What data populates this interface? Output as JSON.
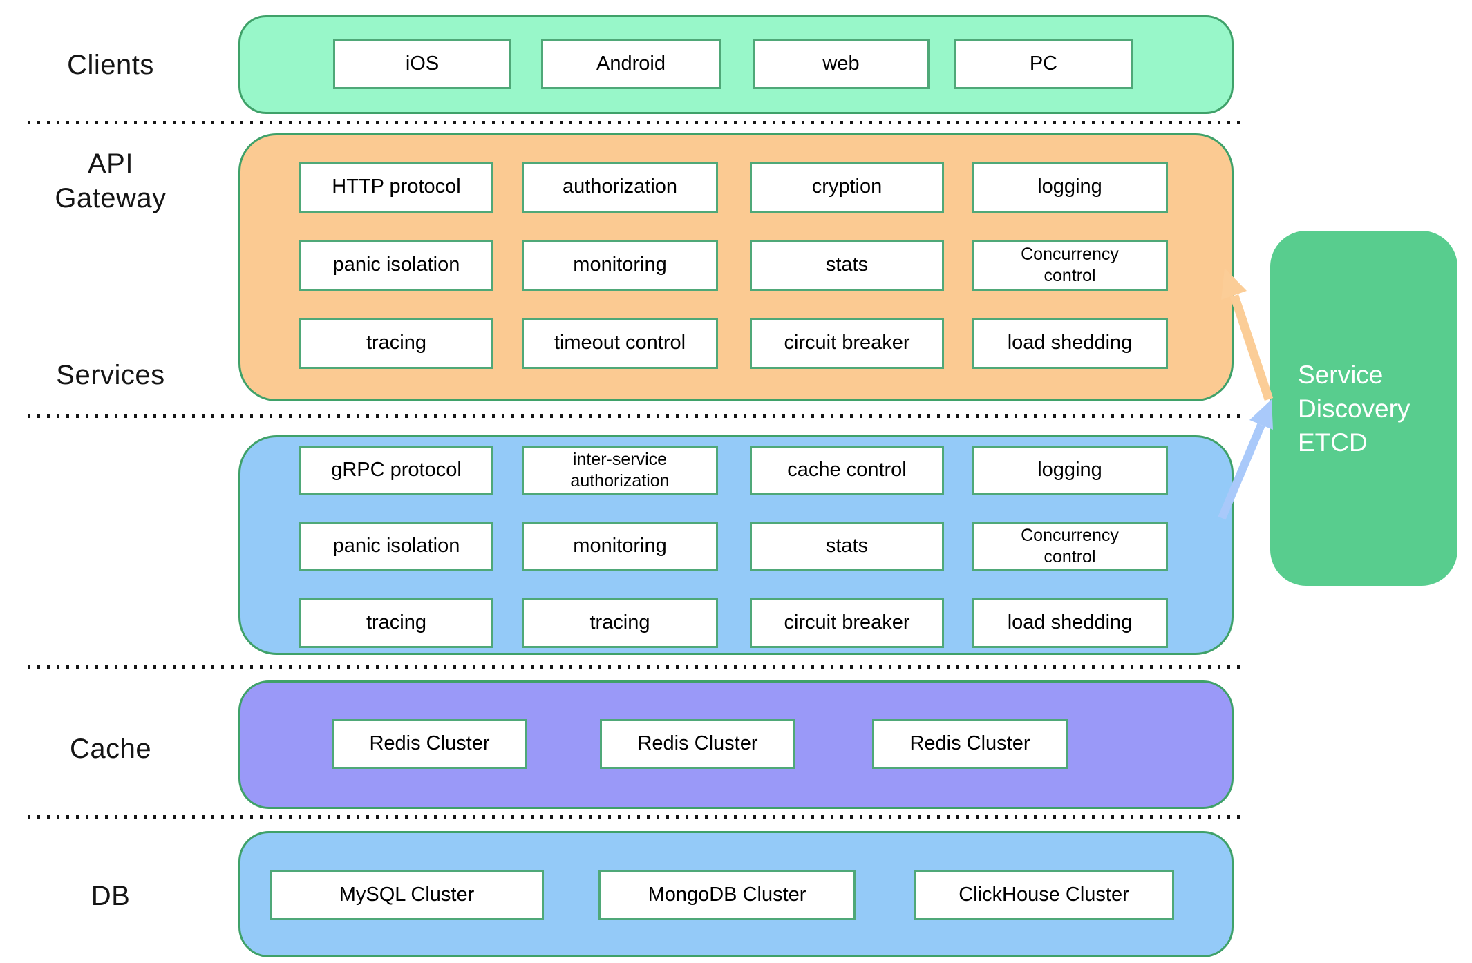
{
  "colors": {
    "clients_fill": "#98f7c9",
    "api_fill": "#fbca92",
    "services_fill": "#94caf8",
    "cache_fill": "#9a99f8",
    "db_fill": "#94caf8",
    "etcd_fill": "#58cd8e",
    "band_border": "#3fa169",
    "item_border": "#4fa878",
    "arrow_orange": "#fbcd97",
    "arrow_blue": "#a9c9fa"
  },
  "labels": {
    "clients": "Clients",
    "api_line1": "API",
    "api_line2": "Gateway",
    "services": "Services",
    "cache": "Cache",
    "db": "DB"
  },
  "clients": {
    "items": [
      "iOS",
      "Android",
      "web",
      "PC"
    ]
  },
  "api_gateway": {
    "rows": [
      [
        "HTTP protocol",
        "authorization",
        "cryption",
        "logging"
      ],
      [
        "panic isolation",
        "monitoring",
        "stats",
        "Concurrency control"
      ],
      [
        "tracing",
        "timeout control",
        "circuit breaker",
        "load shedding"
      ]
    ]
  },
  "services": {
    "rows": [
      [
        "gRPC protocol",
        "inter-service authorization",
        "cache control",
        "logging"
      ],
      [
        "panic isolation",
        "monitoring",
        "stats",
        "Concurrency control"
      ],
      [
        "tracing",
        "tracing",
        "circuit breaker",
        "load shedding"
      ]
    ]
  },
  "cache": {
    "items": [
      "Redis Cluster",
      "Redis Cluster",
      "Redis Cluster"
    ]
  },
  "db": {
    "items": [
      "MySQL Cluster",
      "MongoDB Cluster",
      "ClickHouse Cluster"
    ]
  },
  "service_discovery": {
    "lines": [
      "Service",
      "Discovery",
      "ETCD"
    ]
  }
}
